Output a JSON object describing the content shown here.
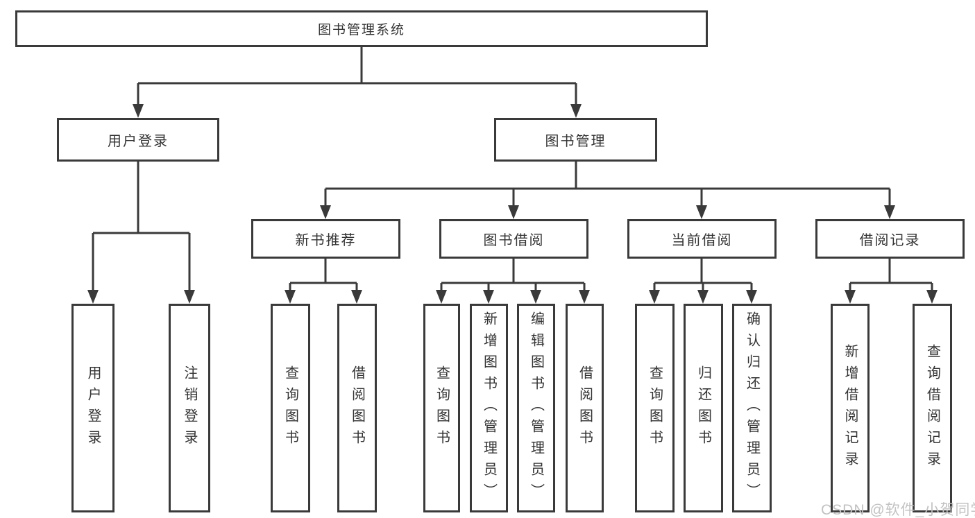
{
  "tree": {
    "label": "图书管理系统",
    "children": [
      {
        "label": "用户登录",
        "children": [
          {
            "label": "用户登录"
          },
          {
            "label": "注销登录"
          }
        ]
      },
      {
        "label": "图书管理",
        "children": [
          {
            "label": "新书推荐",
            "children": [
              {
                "label": "查询图书"
              },
              {
                "label": "借阅图书"
              }
            ]
          },
          {
            "label": "图书借阅",
            "children": [
              {
                "label": "查询图书"
              },
              {
                "label": "新增图书（管理员）"
              },
              {
                "label": "编辑图书（管理员）"
              },
              {
                "label": "借阅图书"
              }
            ]
          },
          {
            "label": "当前借阅",
            "children": [
              {
                "label": "查询图书"
              },
              {
                "label": "归还图书"
              },
              {
                "label": "确认归还（管理员）"
              }
            ]
          },
          {
            "label": "借阅记录",
            "children": [
              {
                "label": "新增借阅记录"
              },
              {
                "label": "查询借阅记录"
              }
            ]
          }
        ]
      }
    ]
  },
  "watermark": "CSDN @软件_小贺同学",
  "colors": {
    "line": "#3a3a3a",
    "text": "#333333",
    "background": "#ffffff",
    "watermark": "#c2c2c2"
  }
}
